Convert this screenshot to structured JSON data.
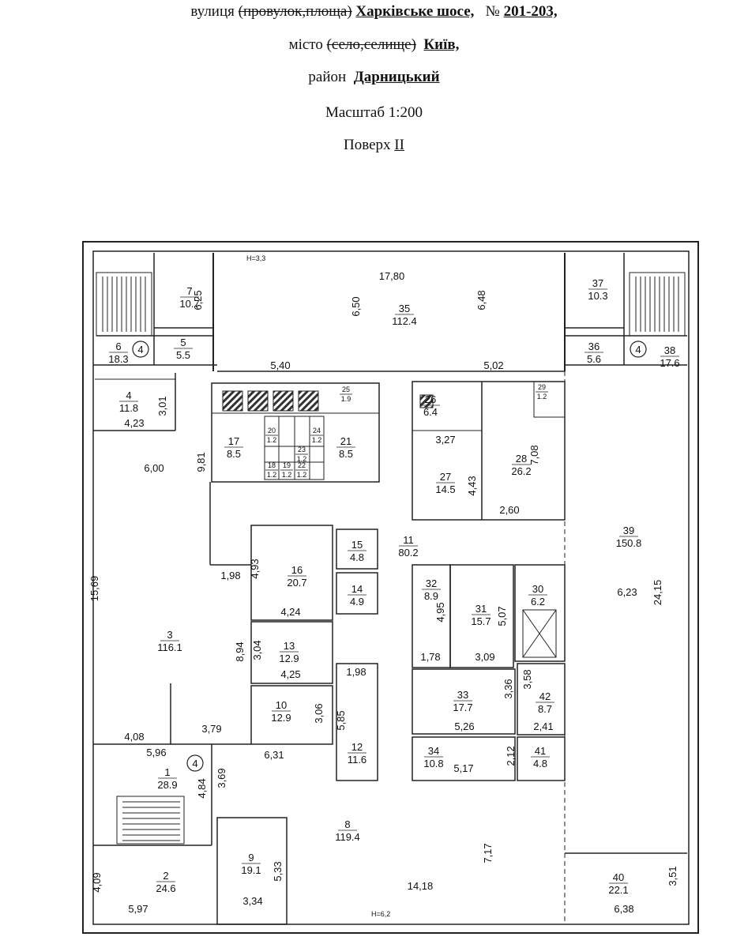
{
  "header": {
    "street_label": "вулиця",
    "street_types_struck": "(провулок,площа)",
    "street_name": "Харківське шосе,",
    "number_label": "№",
    "number": "201-203,",
    "city_label": "місто",
    "city_types_struck": "(село,селище)",
    "city_name": "Київ,",
    "district_label": "район",
    "district_name": "Дарницький",
    "scale": "Масштаб 1:200",
    "floor_label": "Поверх",
    "floor_value": "II"
  },
  "plan": {
    "height_marks": [
      "H=3,3",
      "H=6,2"
    ],
    "stair_marker": "4",
    "rooms": [
      {
        "num": "1",
        "area": "28.9"
      },
      {
        "num": "2",
        "area": "24.6"
      },
      {
        "num": "3",
        "area": "116.1"
      },
      {
        "num": "4",
        "area": "11.8"
      },
      {
        "num": "5",
        "area": "5.5"
      },
      {
        "num": "6",
        "area": "18.3"
      },
      {
        "num": "7",
        "area": "10.7"
      },
      {
        "num": "8",
        "area": "119.4"
      },
      {
        "num": "9",
        "area": "19.1"
      },
      {
        "num": "10",
        "area": "12.9"
      },
      {
        "num": "11",
        "area": "80.2"
      },
      {
        "num": "12",
        "area": "11.6"
      },
      {
        "num": "13",
        "area": "12.9"
      },
      {
        "num": "14",
        "area": "4.9"
      },
      {
        "num": "15",
        "area": "4.8"
      },
      {
        "num": "16",
        "area": "20.7"
      },
      {
        "num": "17",
        "area": "8.5"
      },
      {
        "num": "18",
        "area": "1.2"
      },
      {
        "num": "19",
        "area": "1.2"
      },
      {
        "num": "20",
        "area": "1.2"
      },
      {
        "num": "21",
        "area": "8.5"
      },
      {
        "num": "22",
        "area": "1.2"
      },
      {
        "num": "23",
        "area": "1.2"
      },
      {
        "num": "24",
        "area": "1.2"
      },
      {
        "num": "25",
        "area": "1.9"
      },
      {
        "num": "26",
        "area": "6.4"
      },
      {
        "num": "27",
        "area": "14.5"
      },
      {
        "num": "28",
        "area": "26.2"
      },
      {
        "num": "29",
        "area": "1.2"
      },
      {
        "num": "30",
        "area": "6.2"
      },
      {
        "num": "31",
        "area": "15.7"
      },
      {
        "num": "32",
        "area": "8.9"
      },
      {
        "num": "33",
        "area": "17.7"
      },
      {
        "num": "34",
        "area": "10.8"
      },
      {
        "num": "35",
        "area": "112.4"
      },
      {
        "num": "36",
        "area": "5.6"
      },
      {
        "num": "37",
        "area": "10.3"
      },
      {
        "num": "38",
        "area": "17.6"
      },
      {
        "num": "39",
        "area": "150.8"
      },
      {
        "num": "40",
        "area": "22.1"
      },
      {
        "num": "41",
        "area": "4.8"
      },
      {
        "num": "42",
        "area": "8.7"
      }
    ],
    "dimensions": [
      "17,80",
      "6,25",
      "6,50",
      "6,48",
      "5,40",
      "5,02",
      "3,01",
      "4,23",
      "6,00",
      "9,81",
      "15,69",
      "3,27",
      "7,08",
      "4,43",
      "2,60",
      "6,23",
      "24,15",
      "1,98",
      "4,93",
      "4,24",
      "3,04",
      "4,25",
      "8,94",
      "3,06",
      "5,85",
      "1,98",
      "4,95",
      "1,78",
      "3,09",
      "5,07",
      "3,36",
      "5,26",
      "3,58",
      "2,41",
      "2,12",
      "5,17",
      "4,08",
      "3,79",
      "5,96",
      "6,31",
      "3,69",
      "4,84",
      "4,09",
      "5,97",
      "5,33",
      "3,34",
      "14,18",
      "7,17",
      "3,51",
      "6,38"
    ]
  }
}
